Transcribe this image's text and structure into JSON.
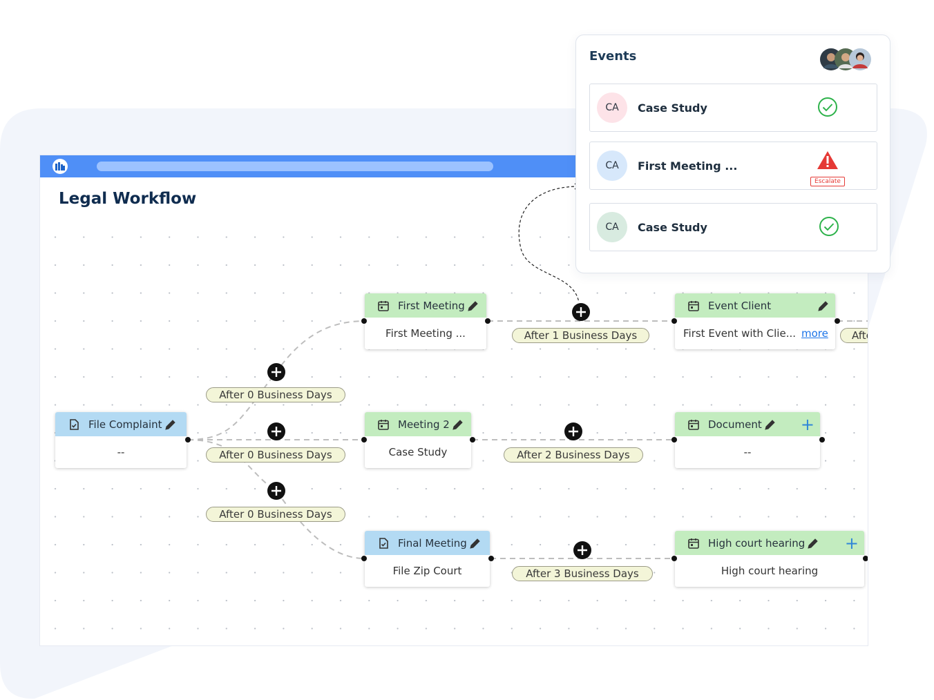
{
  "window": {
    "title": "Legal Workflow"
  },
  "colors": {
    "titlebar": "#4f8ff7",
    "node_green": "#c3ecbf",
    "node_blue": "#b3daf3",
    "pill_bg": "#f3f5d8",
    "check": "#2db24a",
    "alert": "#e53935"
  },
  "nodes": [
    {
      "id": "file-complaint",
      "icon": "document-icon",
      "title": "File Complaint",
      "body": "--",
      "header_color": "blue"
    },
    {
      "id": "first-meeting",
      "icon": "calendar-icon",
      "title": "First Meeting",
      "body": "First Meeting ...",
      "header_color": "green"
    },
    {
      "id": "meeting-2",
      "icon": "calendar-icon",
      "title": "Meeting 2",
      "body": "Case Study",
      "header_color": "green"
    },
    {
      "id": "final-meeting",
      "icon": "document-icon",
      "title": "Final Meeting",
      "body": "File Zip Court",
      "header_color": "blue"
    },
    {
      "id": "event-client",
      "icon": "calendar-icon",
      "title": "Event Client",
      "body": "First Event with Clie...",
      "more": "more",
      "header_color": "green"
    },
    {
      "id": "document",
      "icon": "calendar-icon",
      "title": "Document",
      "body": "--",
      "header_color": "green"
    },
    {
      "id": "high-court-hearing",
      "icon": "calendar-icon",
      "title": "High court hearing",
      "body": "High court hearing",
      "header_color": "green"
    }
  ],
  "delays": [
    "After 0 Business Days",
    "After 0 Business Days",
    "After 0 Business Days",
    "After 1 Business Days",
    "After 2 Business Days",
    "After 3 Business Days",
    "Afte"
  ],
  "events_panel": {
    "title": "Events",
    "items": [
      {
        "initials": "CA",
        "name": "Case Study",
        "status": "check-circle-icon",
        "avatar_color": "#fde3e8"
      },
      {
        "initials": "CA",
        "name": "First Meeting ...",
        "status": "warning-icon",
        "badge": "Escalate",
        "avatar_color": "#d7e8fb"
      },
      {
        "initials": "CA",
        "name": "Case Study",
        "status": "check-circle-icon",
        "avatar_color": "#d8ebe0"
      }
    ]
  }
}
